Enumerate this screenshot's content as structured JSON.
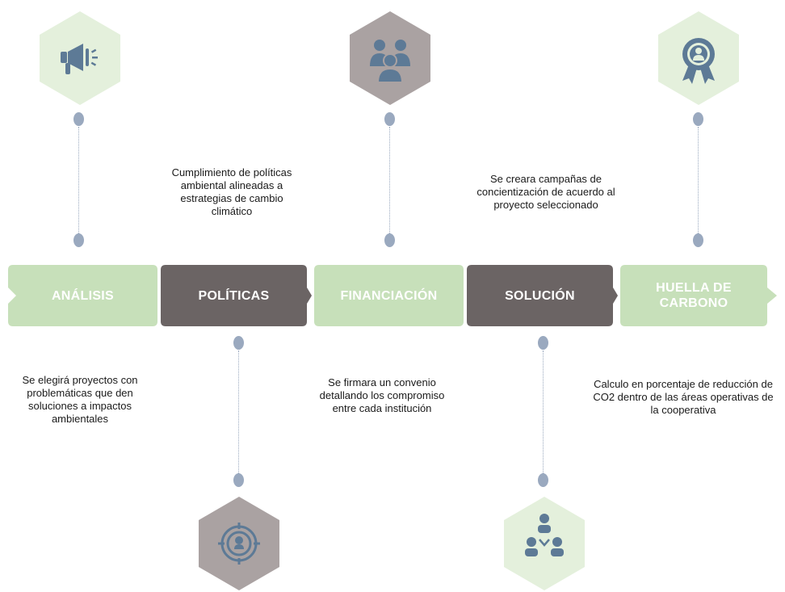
{
  "colors": {
    "light_green": "#c7e0ba",
    "pale_green": "#e4f0dc",
    "dark_gray": "#6b6464",
    "taupe": "#aaa2a2",
    "icon_blue": "#5d7a96",
    "connector": "#9aa9bf"
  },
  "stages": [
    {
      "id": "analisis",
      "label": "ANÁLISIS",
      "style": "light",
      "icon": "megaphone-icon",
      "description": "Se elegirá proyectos con problemáticas que den soluciones a impactos ambientales"
    },
    {
      "id": "politicas",
      "label": "POLÍTICAS",
      "style": "dark",
      "icon": "target-person-icon",
      "description": "Cumplimiento de políticas ambiental alineadas a estrategias de cambio climático"
    },
    {
      "id": "financiacion",
      "label": "FINANCIACIÓN",
      "style": "light",
      "icon": "business-team-icon",
      "description": "Se firmara un convenio detallando los compromiso entre cada institución"
    },
    {
      "id": "solucion",
      "label": "SOLUCIÓN",
      "style": "dark",
      "icon": "team-hierarchy-icon",
      "description": "Se creara campañas de concientización de acuerdo al proyecto seleccionado"
    },
    {
      "id": "huella",
      "label": "HUELLA DE CARBONO",
      "style": "light",
      "icon": "award-badge-icon",
      "description": "Calculo en porcentaje de reducción de CO2 dentro de las áreas operativas de la cooperativa"
    }
  ]
}
